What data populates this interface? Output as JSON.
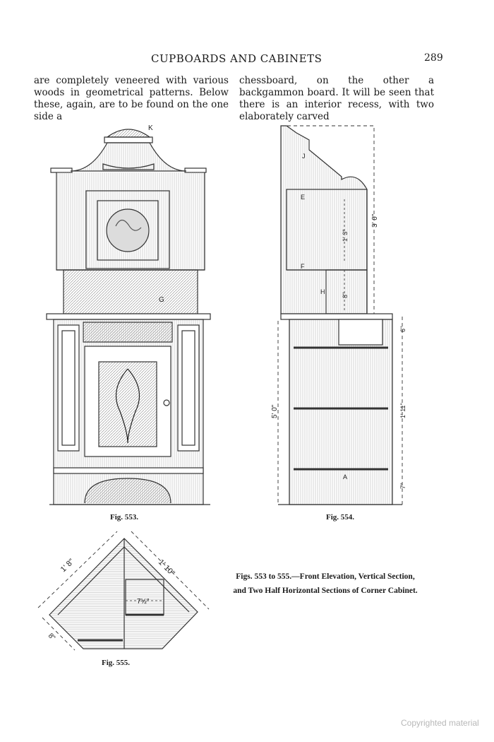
{
  "page": {
    "running_head": "CUPBOARDS AND CABINETS",
    "page_number": "289",
    "columns": [
      "are completely veneered with various woods in geometrical patterns. Below these, again, are to be found on the one side a",
      "chessboard, on the other a backgammon board. It will be seen that there is an interior recess, with two elaborately carved"
    ]
  },
  "figures": {
    "fig553": {
      "caption": "Fig. 553.",
      "labels": {
        "k": "K",
        "g": "G"
      }
    },
    "fig554": {
      "caption": "Fig. 554.",
      "labels": {
        "j": "J",
        "e": "E",
        "f": "F",
        "h": "H",
        "a": "A"
      },
      "dimensions": [
        "3' 0\"",
        "1' 3\"",
        "8\"",
        "5' 0\"",
        "6\"",
        "1' 11\"",
        "7\""
      ]
    },
    "fig555": {
      "caption": "Fig. 555.",
      "dimensions": [
        "1' 8\"",
        "1' 10\"",
        "7½\"",
        "8\""
      ]
    },
    "group_caption": "Figs. 553 to 555.—Front Elevation, Vertical Section, and Two Half Horizontal Sections of Corner Cabinet."
  },
  "watermark": "Copyrighted material"
}
